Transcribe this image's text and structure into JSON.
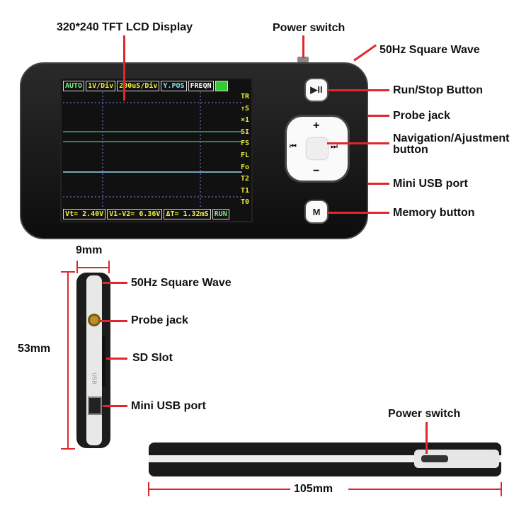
{
  "labels": {
    "lcd": "320*240 TFT LCD Display",
    "power_top": "Power switch",
    "square_top": "50Hz Square Wave",
    "run_stop": "Run/Stop Button",
    "probe_top": "Probe jack",
    "nav_line1": "Navigation/Ajustment",
    "nav_line2": "button",
    "usb_top": "Mini USB port",
    "memory": "Memory button",
    "width_side": "9mm",
    "height_side": "53mm",
    "square_side": "50Hz Square Wave",
    "probe_side": "Probe jack",
    "sd": "SD Slot",
    "usb_side": "Mini USB port",
    "power_bottom": "Power switch",
    "length": "105mm"
  },
  "lcd": {
    "top": [
      "AUTO",
      "1V/Div",
      "200uS/Div",
      "Y.POS",
      "FREQN"
    ],
    "bottom": [
      "Vt= 2.40V",
      "V1-V2= 6.36V",
      "ΔT= 1.32mS",
      "RUN"
    ],
    "side": [
      "TR",
      "↑S",
      "×1",
      "SI",
      "FS",
      "FL",
      "Fo",
      "T2",
      "T1",
      "T0"
    ]
  },
  "buttons": {
    "run_stop": "▶II",
    "plus": "+",
    "minus": "−",
    "prev": "⏮",
    "next": "⏭",
    "memory": "M"
  },
  "side_marks": {
    "usb": "USB"
  },
  "colors": {
    "accent": "#e0282c"
  }
}
